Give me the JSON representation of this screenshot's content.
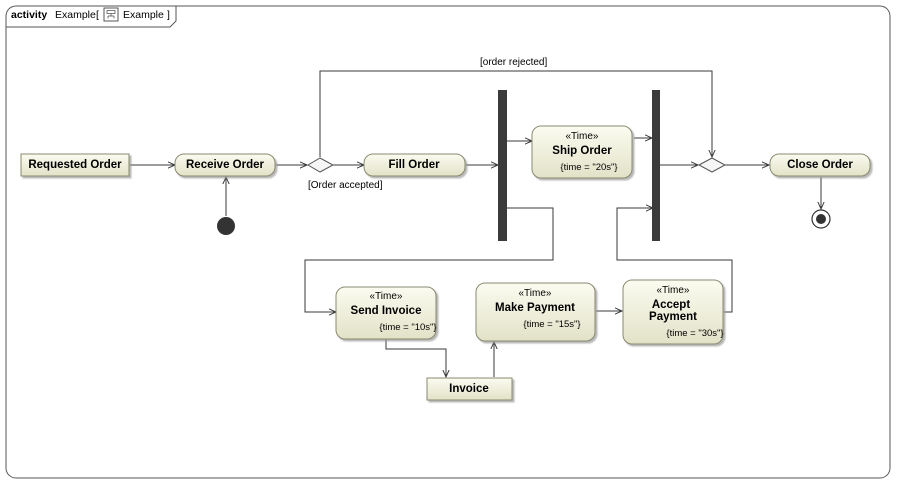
{
  "frame": {
    "kind": "activity",
    "name": "Example",
    "bracket_open": "[",
    "icon": "activity-diagram-icon",
    "ref_name": "Example",
    "bracket_close": "]"
  },
  "nodes": {
    "requested_order": {
      "label": "Requested Order"
    },
    "receive_order": {
      "label": "Receive Order"
    },
    "fill_order": {
      "label": "Fill Order"
    },
    "ship_order": {
      "stereotype": "«Time»",
      "label": "Ship Order",
      "constraint": "{time = \"20s\"}"
    },
    "close_order": {
      "label": "Close Order"
    },
    "send_invoice": {
      "stereotype": "«Time»",
      "label": "Send Invoice",
      "constraint": "{time = \"10s\"}"
    },
    "make_payment": {
      "stereotype": "«Time»",
      "label": "Make Payment",
      "constraint": "{time = \"15s\"}"
    },
    "accept_payment": {
      "stereotype": "«Time»",
      "label_line1": "Accept",
      "label_line2": "Payment",
      "constraint": "{time = \"30s\"}"
    },
    "invoice": {
      "label": "Invoice"
    }
  },
  "guards": {
    "order_rejected": "[order rejected]",
    "order_accepted": "[Order accepted]"
  },
  "colors": {
    "node_fill_top": "#fbfbf0",
    "node_fill_bottom": "#e2e2c8",
    "node_border": "#8a8a70",
    "bar": "#3b3b3b",
    "line": "#3a3a3a"
  }
}
